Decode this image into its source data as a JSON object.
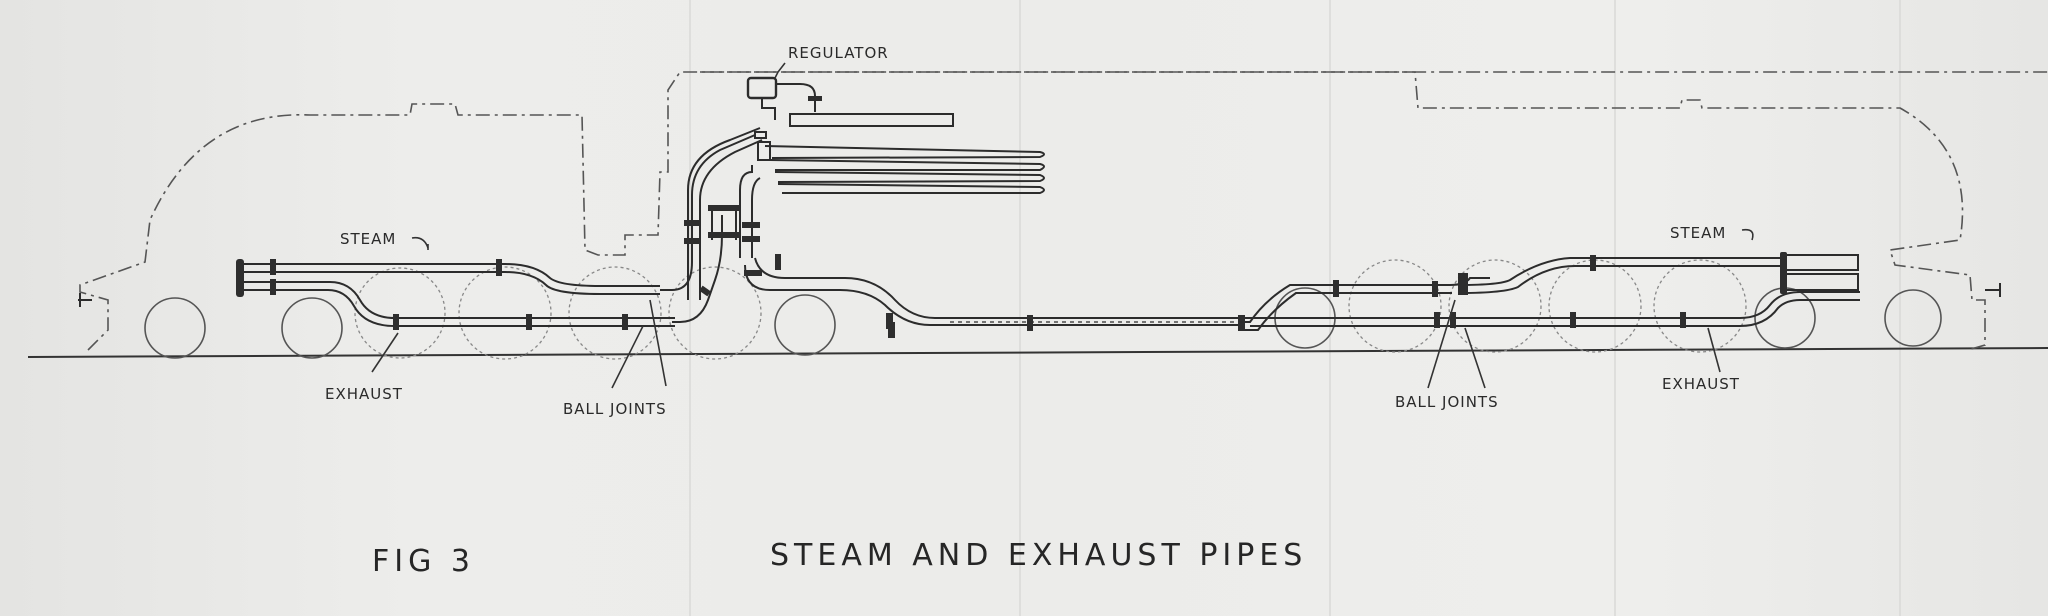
{
  "labels": {
    "regulator": "REGULATOR",
    "steam_left": "STEAM",
    "steam_right": "STEAM",
    "exhaust_left": "EXHAUST",
    "exhaust_right": "EXHAUST",
    "ball_joints_left": "BALL JOINTS",
    "ball_joints_right": "BALL JOINTS"
  },
  "caption": {
    "figure": "FIG 3",
    "title": "STEAM AND EXHAUST PIPES"
  }
}
